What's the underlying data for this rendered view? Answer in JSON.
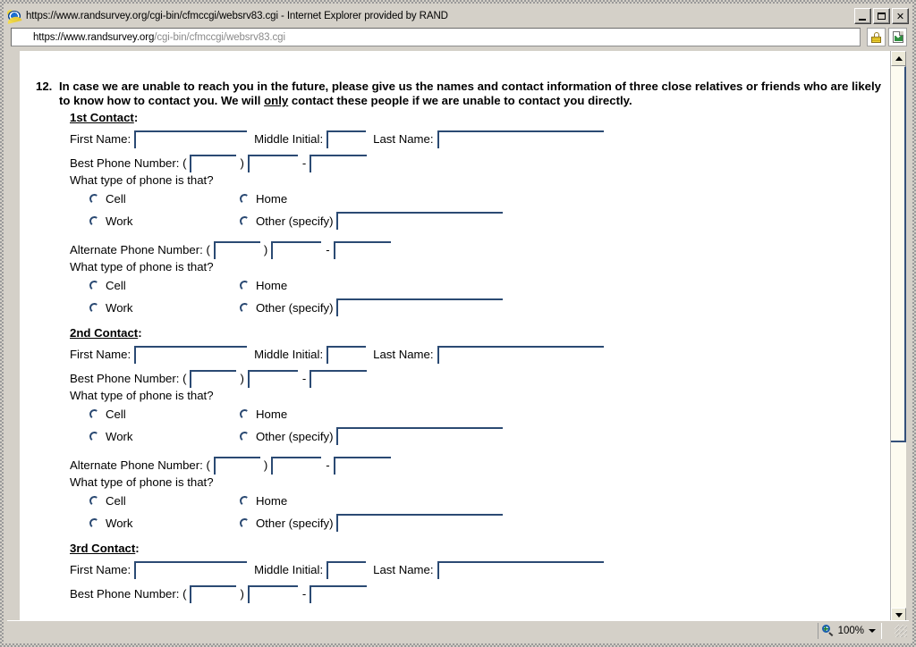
{
  "window": {
    "title": "https://www.randsurvey.org/cgi-bin/cfmccgi/websrv83.cgi - Internet Explorer provided by RAND",
    "app_icon": "internet-explorer-icon",
    "minimize_label": "_",
    "maximize_label": "□",
    "close_label": "✕"
  },
  "address_bar": {
    "url_dark": "https://www.randsurvey.org",
    "url_gray": "/cgi-bin/cfmccgi/websrv83.cgi",
    "full_url": "https://www.randsurvey.org/cgi-bin/cfmccgi/websrv83.cgi",
    "security_icon": "padlock-icon",
    "compatibility_icon": "page-image-icon"
  },
  "status_bar": {
    "zoom_level": "100%",
    "zoom_icon": "magnifier-plus-icon",
    "zoom_caret": "chevron-down-icon",
    "resize_grip": "resize-grip-icon"
  },
  "scrollbar": {
    "up_arrow": "arrow-up-icon",
    "down_arrow": "arrow-down-icon",
    "thumb_name": "scroll-thumb"
  },
  "question": {
    "number": "12.",
    "text_before_only": "In case we are unable to reach you in the future, please give us the names and contact information of three close relatives or friends who are likely to know how to contact you. We will ",
    "emphasis": "only",
    "text_after_only": " contact these people if we are unable to contact you directly."
  },
  "labels": {
    "first_name": "First Name:",
    "middle_initial": "Middle Initial:",
    "last_name": "Last Name:",
    "best_phone": "Best Phone Number: (",
    "alt_phone": "Alternate Phone Number: (",
    "paren_close": ")",
    "dash": "-",
    "phone_type_question": "What type of phone is that?",
    "cell": "Cell",
    "work": "Work",
    "home": "Home",
    "other": "Other (specify)"
  },
  "contacts": [
    {
      "heading": "1st Contact",
      "heading_colon": ":",
      "first_name_value": "",
      "middle_initial_value": "",
      "last_name_value": "",
      "best_area_value": "",
      "best_prefix_value": "",
      "best_line_value": "",
      "best_other_value": "",
      "alt_area_value": "",
      "alt_prefix_value": "",
      "alt_line_value": "",
      "alt_other_value": "",
      "has_alternate": true,
      "truncated": false
    },
    {
      "heading": "2nd Contact",
      "heading_colon": ":",
      "first_name_value": "",
      "middle_initial_value": "",
      "last_name_value": "",
      "best_area_value": "",
      "best_prefix_value": "",
      "best_line_value": "",
      "best_other_value": "",
      "alt_area_value": "",
      "alt_prefix_value": "",
      "alt_line_value": "",
      "alt_other_value": "",
      "has_alternate": true,
      "truncated": false
    },
    {
      "heading": "3rd Contact",
      "heading_colon": ":",
      "first_name_value": "",
      "middle_initial_value": "",
      "last_name_value": "",
      "best_area_value": "",
      "best_prefix_value": "",
      "best_line_value": "",
      "has_alternate": false,
      "truncated": true
    }
  ],
  "colors": {
    "field_rule": "#2b4a73",
    "chrome": "#d4d0c8",
    "page_bg": "#ffffff",
    "scroll_track": "#fdfbf0",
    "url_gray": "#8a8a8a"
  }
}
